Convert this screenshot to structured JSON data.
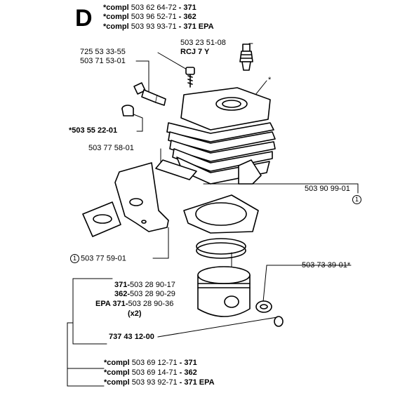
{
  "section_letter": "D",
  "compl_top": [
    {
      "prefix": "*compl ",
      "number": "503 62 64-72",
      "model": "371"
    },
    {
      "prefix": "*compl ",
      "number": "503 96 52-71",
      "model": "362"
    },
    {
      "prefix": "*compl ",
      "number": "503 93 93-71",
      "model": "371 EPA"
    }
  ],
  "compl_bottom": [
    {
      "prefix": "*compl ",
      "number": "503 69 12-71",
      "model": "371"
    },
    {
      "prefix": "*compl ",
      "number": "503 69 14-71",
      "model": "362"
    },
    {
      "prefix": "*compl ",
      "number": "503 93 92-71",
      "model": "371 EPA"
    }
  ],
  "parts": {
    "screw": "725 53 33-55",
    "decomp_valve": "503 71 53-01",
    "plug": "*503 55 22-01",
    "gasket_flange": "503 77 58-01",
    "cylinder_gasket": "503 90 99-01",
    "cylinder_gasket_note": "1",
    "spacer": "503 77 59-01",
    "spacer_note": "1",
    "spark_plug": "503 23 51-08",
    "spark_plug_type": "RCJ 7 Y",
    "cylinder_marker": "*",
    "needle_bearing": "503 73 39-01*",
    "piston_pin": "737 43 12-00"
  },
  "rings": [
    {
      "model": "371",
      "number": "503 28 90-17"
    },
    {
      "model": "362",
      "number": "503 28 90-29"
    },
    {
      "model": "EPA 371",
      "number": "503 28 90-36"
    }
  ],
  "rings_qty": "(x2)",
  "separator": "-",
  "dash_separator": " - "
}
